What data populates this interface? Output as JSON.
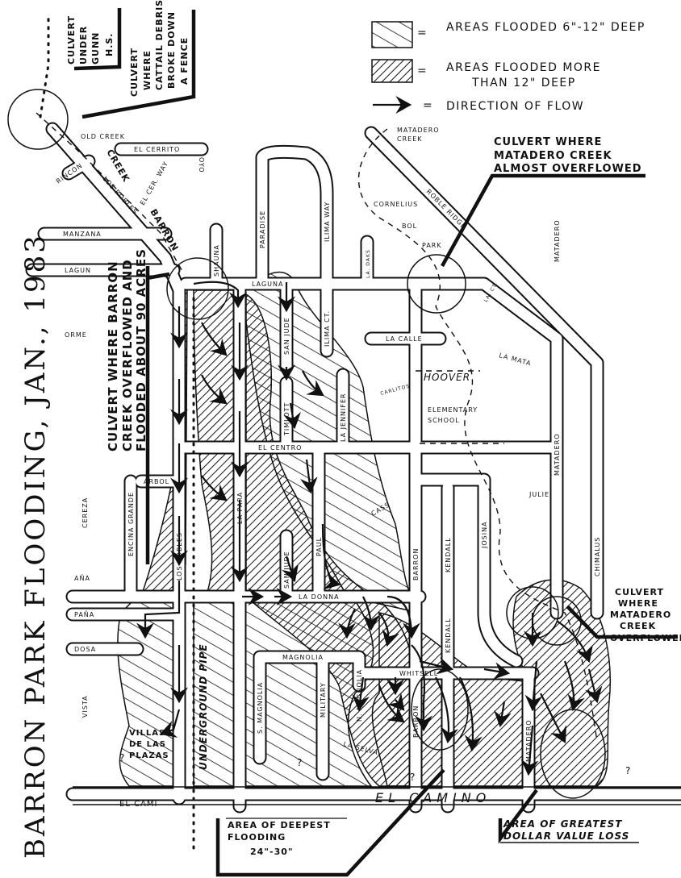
{
  "title": "BARRON PARK FLOODING, JAN., 1983",
  "legend": {
    "light_label": "AREAS FLOODED 6\"-12\" DEEP",
    "heavy_label_1": "AREAS FLOODED MORE",
    "heavy_label_2": "THAN 12\" DEEP",
    "flow_label": "DIRECTION OF FLOW",
    "equals": "="
  },
  "callouts": {
    "gunn": [
      "CULVERT",
      "UNDER",
      "GUNN",
      "H.S."
    ],
    "cattail": [
      "CULVERT",
      "WHERE",
      "CATTAIL DEBRIS",
      "BROKE DOWN",
      "A FENCE"
    ],
    "matadero_almost": [
      "CULVERT WHERE",
      "MATADERO CREEK",
      "ALMOST OVERFLOWED"
    ],
    "barron_overflow": [
      "CULVERT WHERE BARRON",
      "CREEK OVERFLOWED AND",
      "FLOODED ABOUT 90 ACRES"
    ],
    "matadero_overflow": [
      "CULVERT",
      "WHERE",
      "MATADERO",
      "CREEK",
      "OVERFLOWED"
    ],
    "deepest": [
      "AREA OF DEEPEST",
      "FLOODING",
      "24\"-30\""
    ],
    "dollar": [
      "AREA OF GREATEST",
      "DOLLAR VALUE LOSS"
    ]
  },
  "landmarks": {
    "matadero_creek": [
      "MATADERO",
      "CREEK"
    ],
    "park": [
      "CORNELIUS",
      "BOL",
      "PARK"
    ],
    "school": [
      "HOOVER",
      "ELEMENTARY",
      "SCHOOL"
    ],
    "villas": [
      "VILLAS",
      "DE LAS",
      "PLAZAS"
    ],
    "underground_pipe": "UNDERGROUND PIPE",
    "barron_creek": [
      "BARRON",
      "CREEK"
    ],
    "old_creek": "OLD CREEK"
  },
  "streets": {
    "el_cerrito": "EL CERRITO",
    "oyo": "OYO",
    "el_cerrito_way": "EL CER. WAY",
    "rincon": "RINCON",
    "los_robles_n": "LOS ROBLES",
    "manzana": "MANZANA",
    "lagun": "LAGUN",
    "orme": "ORME",
    "shauna": "SHAUNA",
    "paradise": "PARADISE",
    "ilima_way": "ILIMA WAY",
    "laguna_oaks": "LA. OAKS",
    "laguna": "LAGUNA",
    "roble_ridge": "ROBLE RIDGE",
    "matadero_n": "MATADERO",
    "san_jude_n": "SAN JUDE",
    "ilima_ct": "ILIMA CT.",
    "la_calle": "LA CALLE",
    "laguna_ct": "LA. CT.",
    "la_mata": "LA MATA",
    "carlitos": "CARLITOS",
    "timlott": "TIMLOTT",
    "la_jennifer": "LA JENNIFER",
    "el_centro": "EL CENTRO",
    "arbol": "ARBOL",
    "cereza": "CEREZA",
    "encina_grande": "ENCINA GRANDE",
    "los_robles": "LOS ROBLES",
    "la_para": "LA PARA",
    "san_jude_s": "SAN JUDE",
    "paul": "PAUL",
    "cass": "CASS",
    "barron_n": "BARRON",
    "kendall_n": "KENDALL",
    "josina": "JOSINA",
    "matadero_mid": "MATADERO",
    "julie": "JULIE",
    "chimalus": "CHIMALUS",
    "ana": "AÑA",
    "pana": "PAÑA",
    "dosa": "DOSA",
    "vista": "VISTA",
    "la_donna": "LA DONNA",
    "magnolia": "MAGNOLIA",
    "s_magnolia": "S. MAGNOLIA",
    "military": "MILITARY",
    "n_magnolia": "N. MAGNOLIA",
    "whitsell": "WHITSELL",
    "barron_s": "BARRON",
    "kendall_s": "KENDALL",
    "matadero_s": "MATADERO",
    "la_selva": "LA SELVA",
    "el_cami": "EL CAMI",
    "el_camino": "EL CAMINO",
    "unknown": "?"
  }
}
